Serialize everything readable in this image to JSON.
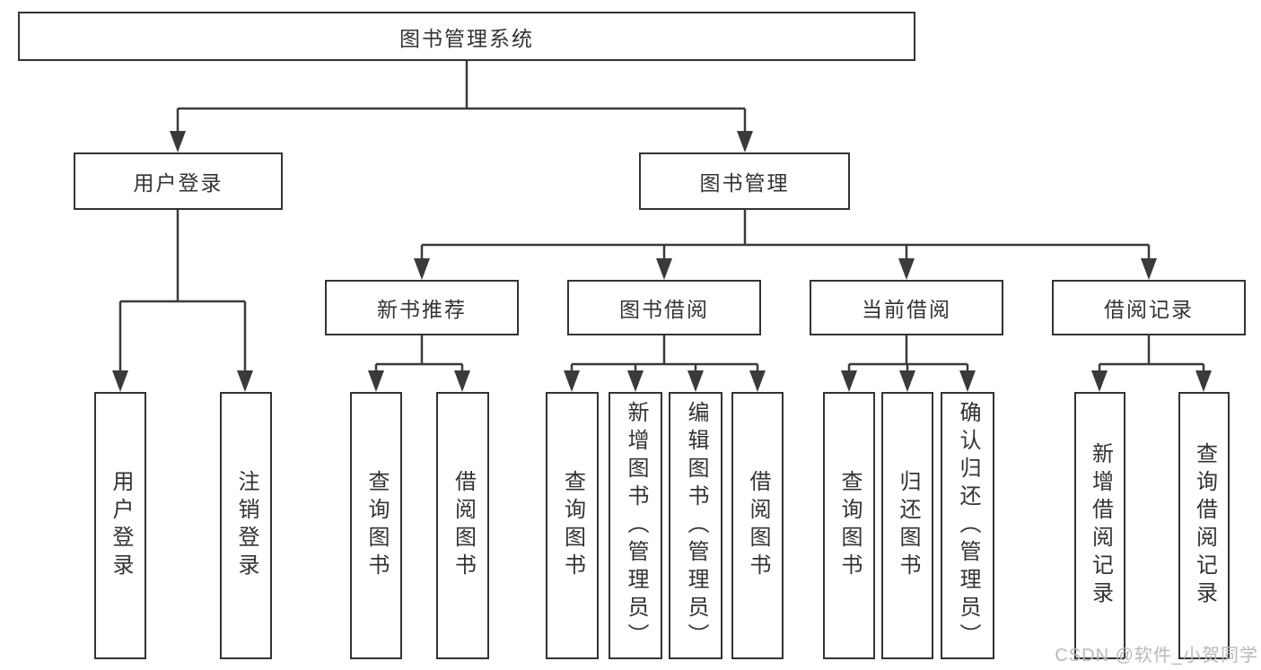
{
  "tree": {
    "label": "图书管理系统",
    "children": [
      {
        "label": "用户登录",
        "children": [
          {
            "label": "用户登录"
          },
          {
            "label": "注销登录"
          }
        ]
      },
      {
        "label": "图书管理",
        "children": [
          {
            "label": "新书推荐",
            "children": [
              {
                "label": "查询图书"
              },
              {
                "label": "借阅图书"
              }
            ]
          },
          {
            "label": "图书借阅",
            "children": [
              {
                "label": "查询图书"
              },
              {
                "label": "新增图书（管理员）"
              },
              {
                "label": "编辑图书（管理员）"
              },
              {
                "label": "借阅图书"
              }
            ]
          },
          {
            "label": "当前借阅",
            "children": [
              {
                "label": "查询图书"
              },
              {
                "label": "归还图书"
              },
              {
                "label": "确认归还（管理员）"
              }
            ]
          },
          {
            "label": "借阅记录",
            "children": [
              {
                "label": "新增借阅记录"
              },
              {
                "label": "查询借阅记录"
              }
            ]
          }
        ]
      }
    ]
  },
  "watermark": {
    "text": "CSDN @软件_小贺同学"
  },
  "colors": {
    "line": "#3a3a3a",
    "box_border": "#333333",
    "text": "#333333",
    "watermark": "#b9b9b9",
    "background": "#ffffff"
  }
}
